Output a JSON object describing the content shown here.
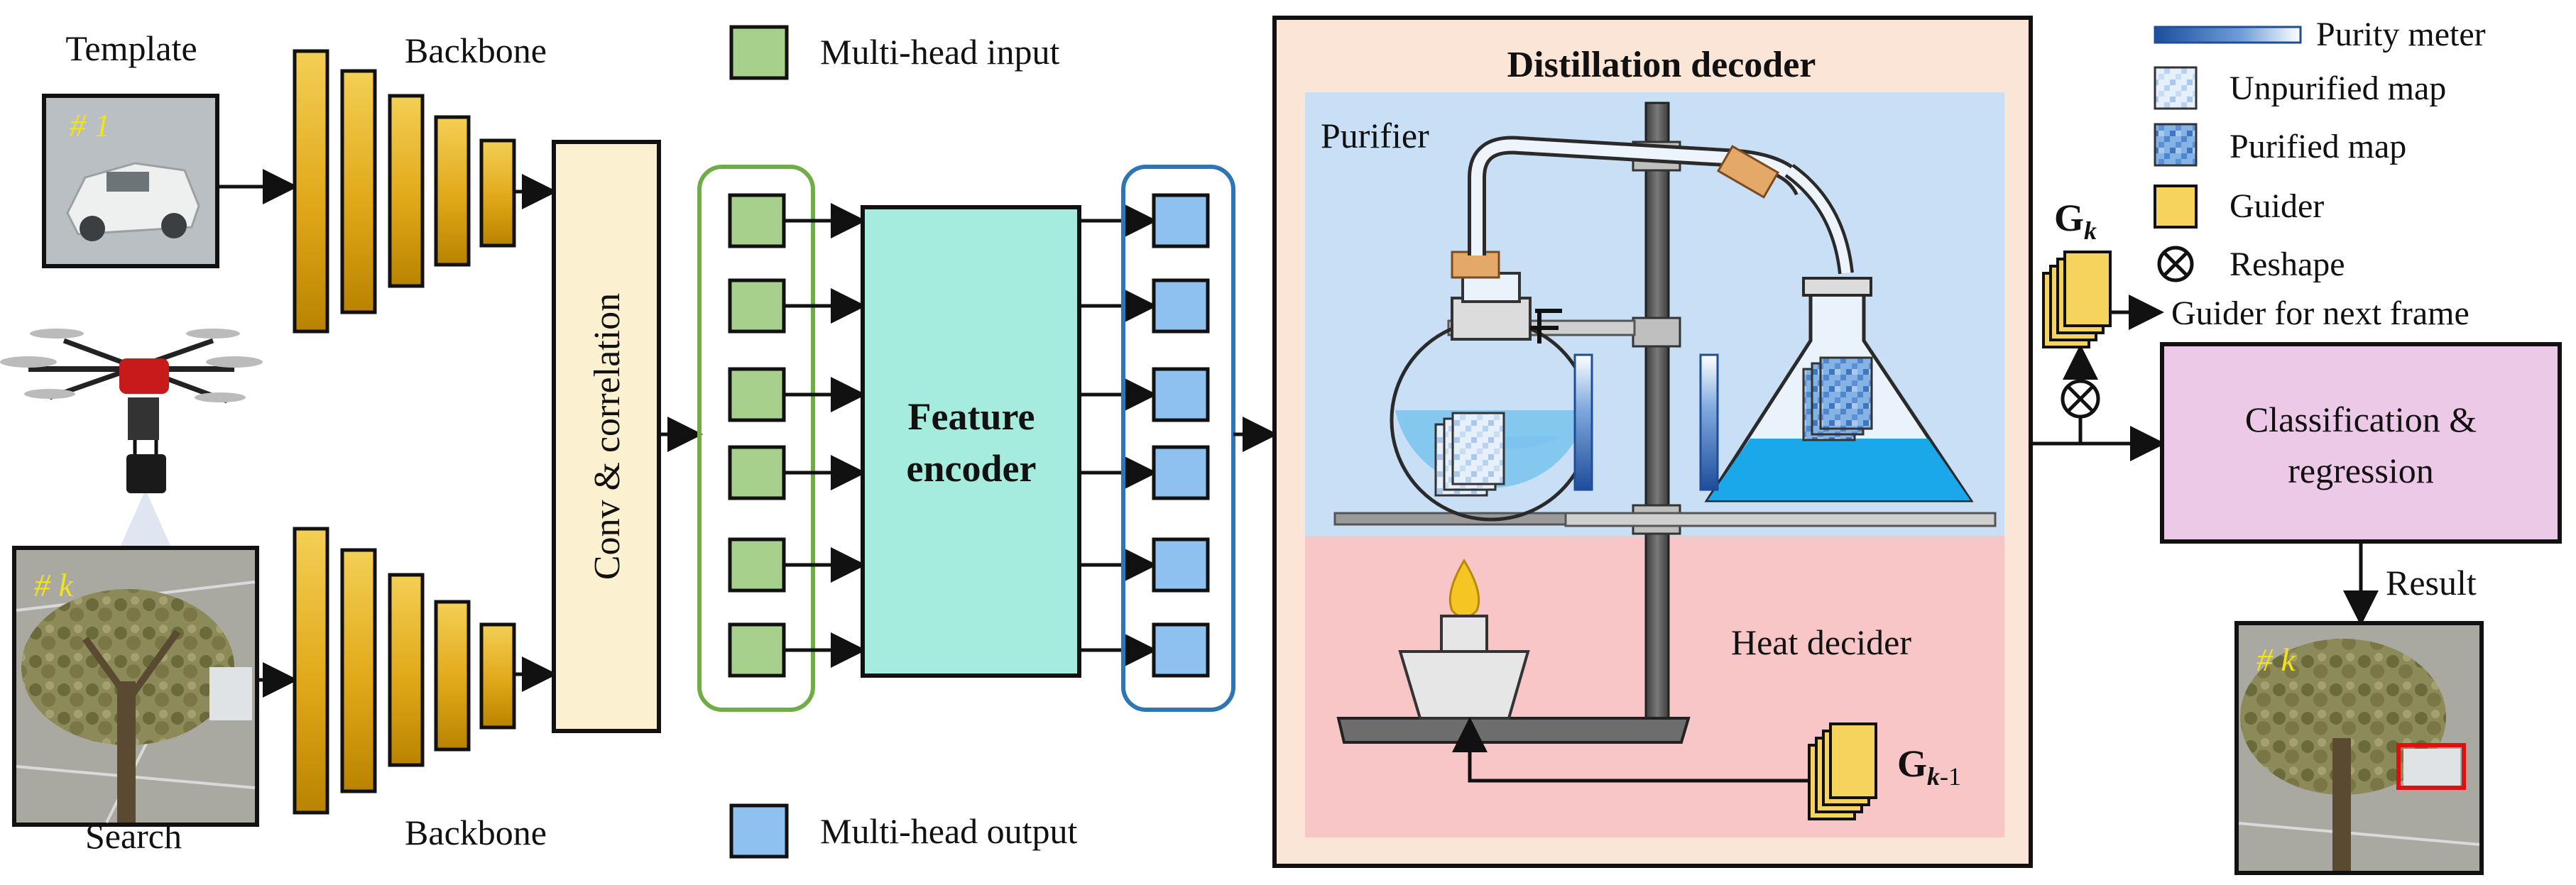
{
  "labels": {
    "template": "Template",
    "search": "Search",
    "backbone_top": "Backbone",
    "backbone_bottom": "Backbone",
    "conv_correlation": "Conv & correlation",
    "multihead_input": "Multi-head input",
    "multihead_output": "Multi-head output",
    "feature_encoder_line1": "Feature",
    "feature_encoder_line2": "encoder",
    "distillation_decoder": "Distillation decoder",
    "purifier": "Purifier",
    "heat_decider": "Heat decider",
    "guider_next_frame": "Guider for next frame",
    "classification_line1": "Classification &",
    "classification_line2": "regression",
    "result": "Result",
    "gk_main": "G",
    "gk_sub": "k",
    "gk1_main": "G",
    "gk1_sub": "k",
    "gk1_suffix": "-1",
    "frame_template": "# 1",
    "frame_search": "# k",
    "frame_result": "# k"
  },
  "legend": {
    "purity_meter": "Purity meter",
    "unpurified_map": "Unpurified map",
    "purified_map": "Purified map",
    "guider": "Guider",
    "reshape": "Reshape"
  },
  "colors": {
    "backbone": "#e8b820",
    "conv_box": "#fbf0cf",
    "green_token": "#a8d08d",
    "green_border": "#70ad47",
    "blue_token": "#8fc1f0",
    "blue_border": "#2e75b6",
    "encoder": "#a6ecde",
    "decoder_bg": "#fbe5d6",
    "purifier_bg": "#c9dff5",
    "heat_bg": "#f8c6c6",
    "classification": "#ecc9e6",
    "guider": "#f5d35c",
    "result_box": "#e01010"
  },
  "icons": {
    "drone": "drone-icon",
    "flask": "round-bottom-flask-icon",
    "erlenmeyer": "erlenmeyer-flask-icon",
    "burner": "burner-icon",
    "reshape": "circle-x-icon"
  }
}
